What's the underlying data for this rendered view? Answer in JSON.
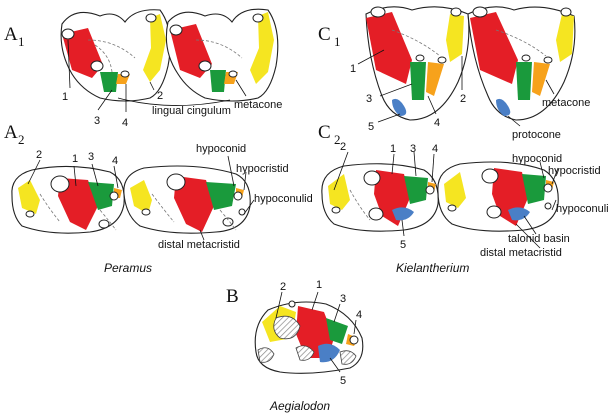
{
  "colors": {
    "red": "#e41e26",
    "green": "#1a9a3c",
    "yellow": "#f5e521",
    "orange": "#f7a21b",
    "blue": "#4a7fc6",
    "hatch": "#9b9b9b"
  },
  "panels": {
    "A1": {
      "letter": "A",
      "sub": "1"
    },
    "A2": {
      "letter": "A",
      "sub": "2"
    },
    "C1": {
      "letter": "C",
      "sub": "1"
    },
    "C2": {
      "letter": "C",
      "sub": "2"
    },
    "B": {
      "letter": "B"
    }
  },
  "taxa": {
    "peramus": "Peramus",
    "kielantherium": "Kielantherium",
    "aegialodon": "Aegialodon"
  },
  "labels": {
    "lingual_cingulum": "lingual cingulum",
    "metacone_a1": "metacone",
    "metacone_c1": "metacone",
    "protocone": "protocone",
    "hypoconid_a2": "hypoconid",
    "hypocristid_a2": "hypocristid",
    "hypoconulid_a2": "hypoconulid",
    "distal_metacristid_a2": "distal metacristid",
    "hypoconid_c2": "hypoconid",
    "hypocristid_c2": "hypocristid",
    "hypoconulid_c2": "hypoconulid",
    "talonid_basin": "talonid basin",
    "distal_metacristid_c2": "distal metacristid"
  },
  "numbers": {
    "a1": [
      "1",
      "2",
      "3",
      "4"
    ],
    "a2": [
      "2",
      "1",
      "3",
      "4"
    ],
    "c1": [
      "1",
      "2",
      "3",
      "4",
      "5"
    ],
    "c2": [
      "2",
      "1",
      "3",
      "4",
      "5"
    ],
    "b": [
      "2",
      "1",
      "3",
      "4",
      "5"
    ]
  }
}
